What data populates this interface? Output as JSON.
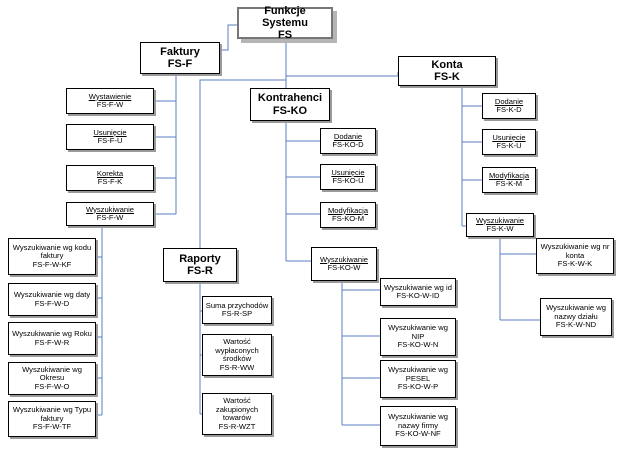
{
  "root": {
    "title": "Funkcje Systemu",
    "code": "FS"
  },
  "faktury": {
    "title": "Faktury",
    "code": "FS-F",
    "items": [
      {
        "label": "Wystawienie",
        "code": "FS-F-W"
      },
      {
        "label": "Usunięcie",
        "code": "FS-F-U"
      },
      {
        "label": "Korekta",
        "code": "FS-F-K"
      },
      {
        "label": "Wyszukiwanie",
        "code": "FS-F-W"
      }
    ],
    "search": [
      {
        "label": "Wyszukiwanie wg kodu faktury",
        "code": "FS-F-W-KF"
      },
      {
        "label": "Wyszukiwanie wg daty",
        "code": "FS-F-W-D"
      },
      {
        "label": "Wyszukiwanie wg Roku",
        "code": "FS-F-W-R"
      },
      {
        "label": "Wyszukiwanie wg Okresu",
        "code": "FS-F-W-O"
      },
      {
        "label": "Wyszukiwanie wg Typu faktury",
        "code": "FS-F-W-TF"
      }
    ]
  },
  "kontrahenci": {
    "title": "Kontrahenci",
    "code": "FS-KO",
    "items": [
      {
        "label": "Dodanie",
        "code": "FS-KO-D"
      },
      {
        "label": "Usunięcie",
        "code": "FS-KO-U"
      },
      {
        "label": "Modyfikacja",
        "code": "FS-KO-M"
      },
      {
        "label": "Wyszukiwanie",
        "code": "FS-KO-W"
      }
    ],
    "search": [
      {
        "label": "Wyszukiwanie wg id",
        "code": "FS-KO-W-ID"
      },
      {
        "label": "Wyszukiwanie wg NIP",
        "code": "FS-KO-W-N"
      },
      {
        "label": "Wyszukiwanie wg PESEL",
        "code": "FS-KO-W-P"
      },
      {
        "label": "Wyszukiwanie wg nazwy firmy",
        "code": "FS-KO-W-NF"
      }
    ]
  },
  "konta": {
    "title": "Konta",
    "code": "FS-K",
    "items": [
      {
        "label": "Dodanie",
        "code": "FS-K-D"
      },
      {
        "label": "Usunięcie",
        "code": "FS-K-U"
      },
      {
        "label": "Modyfikacja",
        "code": "FS-K-M"
      },
      {
        "label": "Wyszukiwanie",
        "code": "FS-K-W"
      }
    ],
    "search": [
      {
        "label": "Wyszukiwanie wg nr konta",
        "code": "FS-K-W-K"
      },
      {
        "label": "Wyszukiwanie wg nazwy działu",
        "code": "FS-K-W-ND"
      }
    ]
  },
  "raporty": {
    "title": "Raporty",
    "code": "FS-R",
    "items": [
      {
        "label": "Suma przychodów",
        "code": "FS-R-SP"
      },
      {
        "label": "Wartość wypłaconych środków",
        "code": "FS-R-WW"
      },
      {
        "label": "Wartość zakupionych towarów",
        "code": "FS-R-WZT"
      }
    ]
  }
}
